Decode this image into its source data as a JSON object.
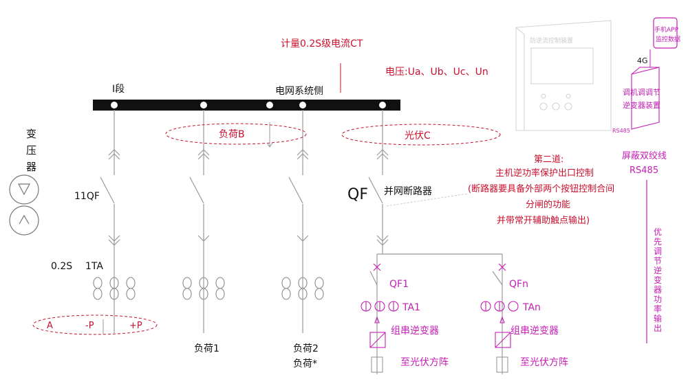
{
  "colors": {
    "black": "#111111",
    "gray": "#aaaaaa",
    "light_gray": "#cccccc",
    "red": "#c8102e",
    "magenta": "#c41fb4",
    "dark_red": "#8a1a1a"
  },
  "labels": {
    "ct_meter": "计量0.2S级电流CT",
    "voltage": "电压:Ua、Ub、Uc、Un",
    "section": "I段",
    "grid_side": "电网系统侧",
    "transformer": [
      "变",
      "压",
      "器"
    ],
    "breaker_11qf": "11QF",
    "ta_accuracy": "0.2S",
    "ta_1ta": "1TA",
    "power_a": "A",
    "power_neg_p": "-P",
    "power_pos_p": "+P",
    "load_b": "负荷B",
    "pv_c": "光伏C",
    "qf": "QF",
    "grid_breaker": "并网断路器",
    "second_title": "第二道:",
    "second_lines": [
      "主机逆功率保护出口控制",
      "(断路器要具备外部两个按钮控制合间",
      "分闸的功能",
      "并带常开辅助触点输出)"
    ],
    "qf1": "QF1",
    "qfn": "QFn",
    "ta1": "TA1",
    "tan": "TAn",
    "inverter_1": "组串逆变器",
    "inverter_n": "组串逆变器",
    "pv_array_1": "至光伏方阵",
    "pv_array_n": "至光伏方阵",
    "load_1": "负荷1",
    "load_2": "负荷2",
    "load_star": "负荷*",
    "device_title": "防逆流控制装置",
    "phone_app": [
      "手机APP",
      "监控数据"
    ],
    "g4": "4G",
    "regulator": [
      "调机调调节",
      "逆变器装置"
    ],
    "rs485_small": "RS485",
    "shield_cable": [
      "屏蔽双绞线",
      "RS485"
    ],
    "priority": [
      "优",
      "先",
      "调",
      "节",
      "逆",
      "变",
      "器",
      "功",
      "率",
      "输",
      "出"
    ]
  }
}
